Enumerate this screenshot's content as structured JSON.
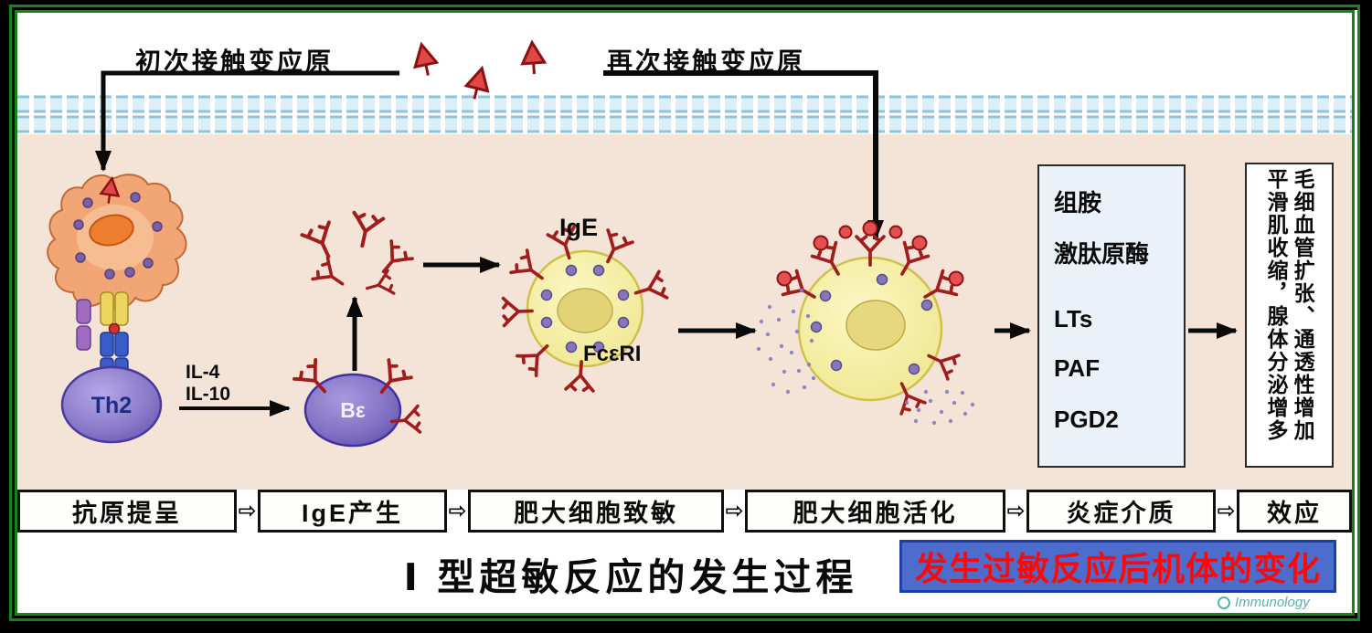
{
  "colors": {
    "frame_green": "#18831c",
    "background_pink": "#f4e4d8",
    "membrane_blue": "#8fc3da",
    "antibody_red": "#a01d1d",
    "allergen_red": "#e04848",
    "mast_cell_yellow": "#f6f0a0",
    "lymphocyte_purple": "#7e6ec2",
    "mediator_box_bg": "#eaf1f8",
    "overlay_bg": "#4d6ccc",
    "overlay_text_red": "#fa0a0a"
  },
  "top": {
    "first_contact_label": "初次接触变应原",
    "second_contact_label": "再次接触变应原"
  },
  "labels": {
    "il4": "IL-4",
    "il10": "IL-10",
    "th2": "Th2",
    "b_cell": "Bε",
    "ige": "IgE",
    "fc_receptor": "FcεRI"
  },
  "mediators": {
    "items": [
      "组胺",
      "激肽原酶",
      "LTs",
      "PAF",
      "PGD2"
    ]
  },
  "effects": {
    "column_left": "平滑肌收缩，腺体分泌增多",
    "column_right": "毛细血管扩张、通透性增加"
  },
  "stages": {
    "items": [
      "抗原提呈",
      "IgE产生",
      "肥大细胞致敏",
      "肥大细胞活化",
      "炎症介质",
      "效应"
    ],
    "arrow_icon": "⇨"
  },
  "title": "Ⅰ 型超敏反应的发生过程",
  "overlay": {
    "text": "发生过敏反应后机体的变化"
  },
  "watermark": {
    "text": "Immunology"
  }
}
